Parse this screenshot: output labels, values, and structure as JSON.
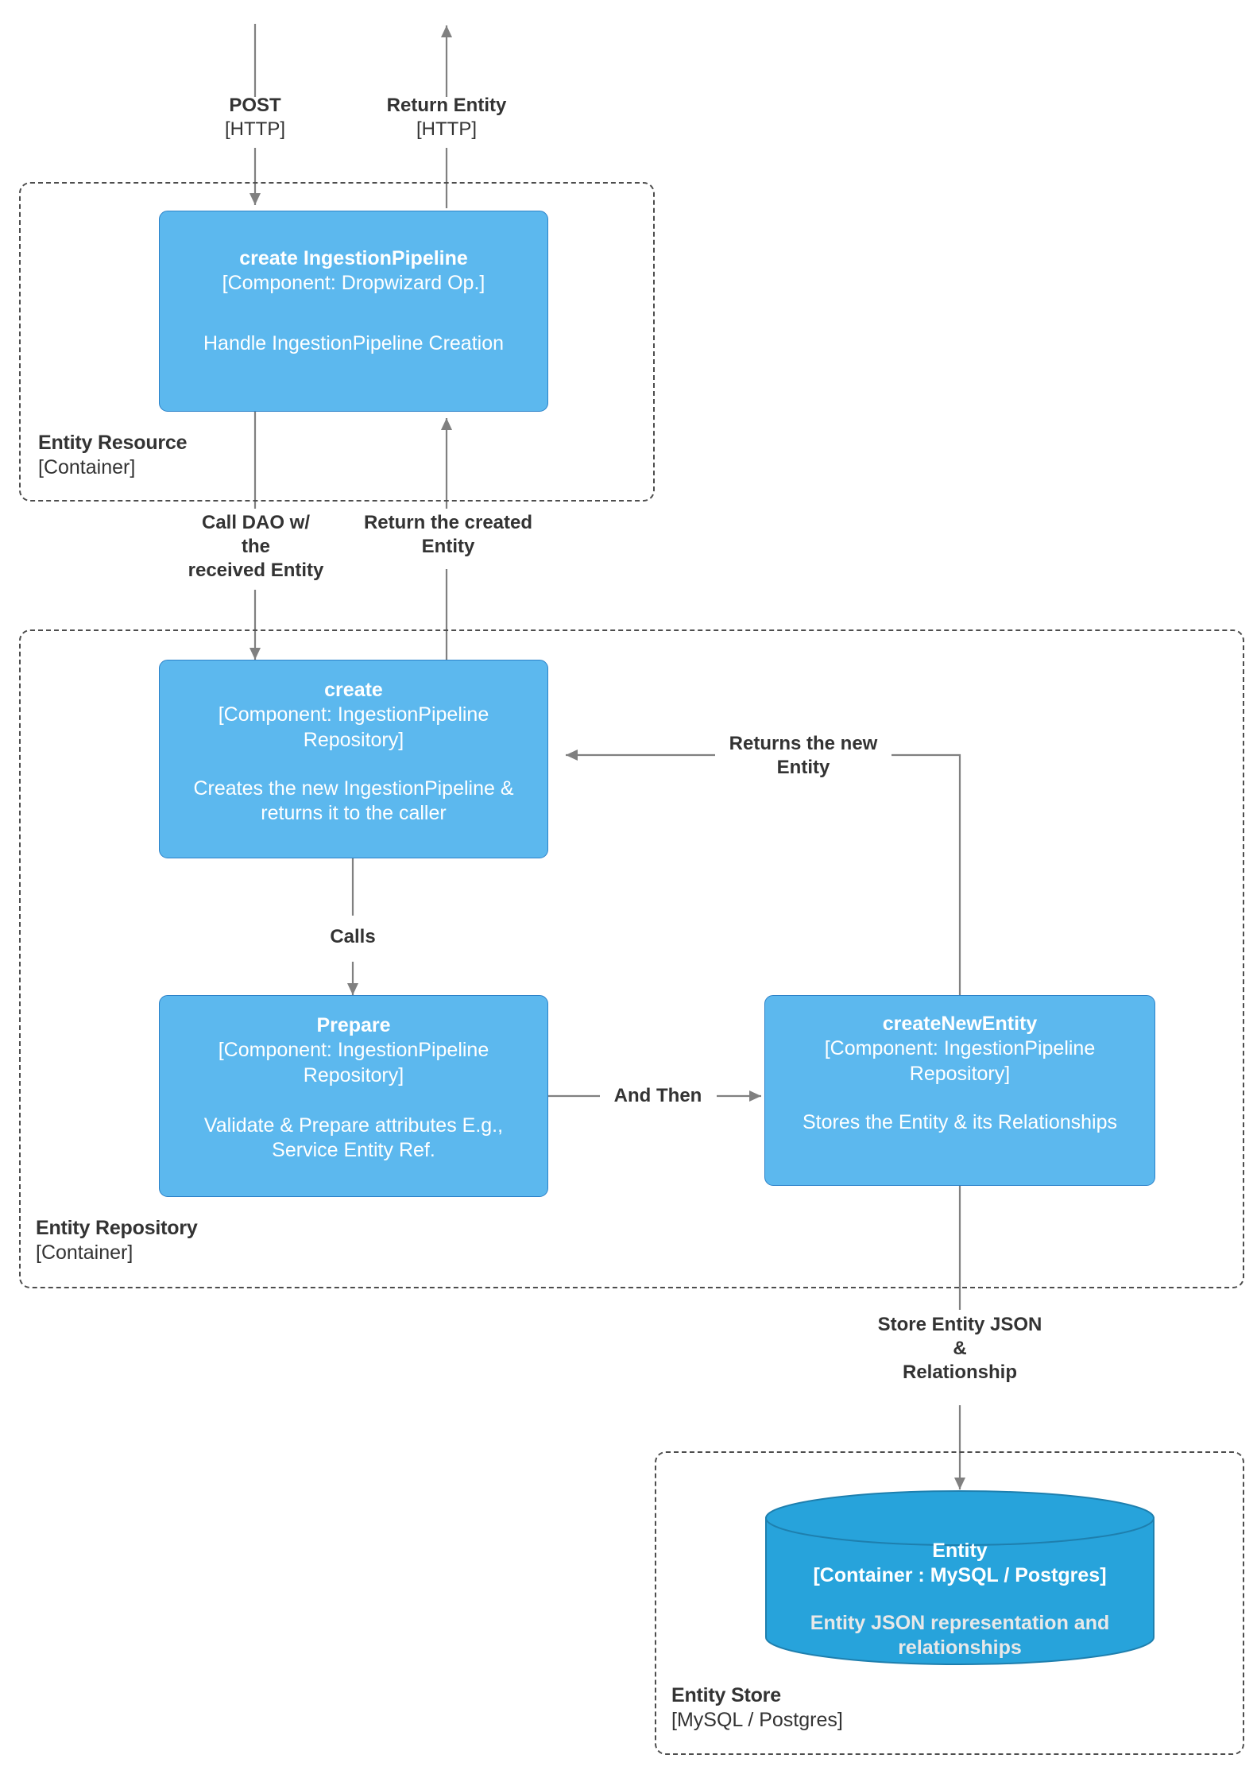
{
  "diagram": {
    "type": "c4-component-sequence",
    "line_color": "#808080",
    "box_fill": "#5CB8EE",
    "box_stroke": "#2C82C9",
    "db_fill": "#27A3DB",
    "db_stroke": "#1E7FAE",
    "boundary_color": "#4d4d4d",
    "text_color": "#333333"
  },
  "boundaries": [
    {
      "id": "entity-resource",
      "name": "Entity Resource",
      "tech": "[Container]"
    },
    {
      "id": "entity-repository",
      "name": "Entity Repository",
      "tech": "[Container]"
    },
    {
      "id": "entity-store",
      "name": "Entity Store",
      "tech": "[MySQL / Postgres]"
    }
  ],
  "components": [
    {
      "id": "create-ingestion-pipeline",
      "title": "create IngestionPipeline",
      "tech": "[Component: Dropwizard Op.]",
      "description": "Handle IngestionPipeline Creation"
    },
    {
      "id": "create-repo",
      "title": "create",
      "tech": "[Component: IngestionPipeline Repository]",
      "description": "Creates the new IngestionPipeline & returns it to the caller"
    },
    {
      "id": "prepare-repo",
      "title": "Prepare",
      "tech": "[Component: IngestionPipeline Repository]",
      "description": "Validate & Prepare attributes E.g., Service Entity Ref."
    },
    {
      "id": "create-new-entity-repo",
      "title": "createNewEntity",
      "tech": "[Component: IngestionPipeline Repository]",
      "description": "Stores the Entity & its Relationships"
    }
  ],
  "database": {
    "id": "entity-db",
    "title": "Entity",
    "tech": "[Container : MySQL / Postgres]",
    "description": "Entity JSON representation and relationships"
  },
  "edges": [
    {
      "id": "post",
      "name": "POST",
      "tech": "[HTTP]"
    },
    {
      "id": "return-entity",
      "name": "Return Entity",
      "tech": "[HTTP]"
    },
    {
      "id": "call-dao",
      "name": "Call DAO w/\nthe\nreceived Entity"
    },
    {
      "id": "return-created",
      "name": "Return the created\nEntity"
    },
    {
      "id": "calls",
      "name": "Calls"
    },
    {
      "id": "returns-new-entity",
      "name": "Returns the new\nEntity"
    },
    {
      "id": "and-then",
      "name": "And Then"
    },
    {
      "id": "store-entity-json",
      "name": "Store Entity JSON\n&\nRelationship"
    }
  ]
}
